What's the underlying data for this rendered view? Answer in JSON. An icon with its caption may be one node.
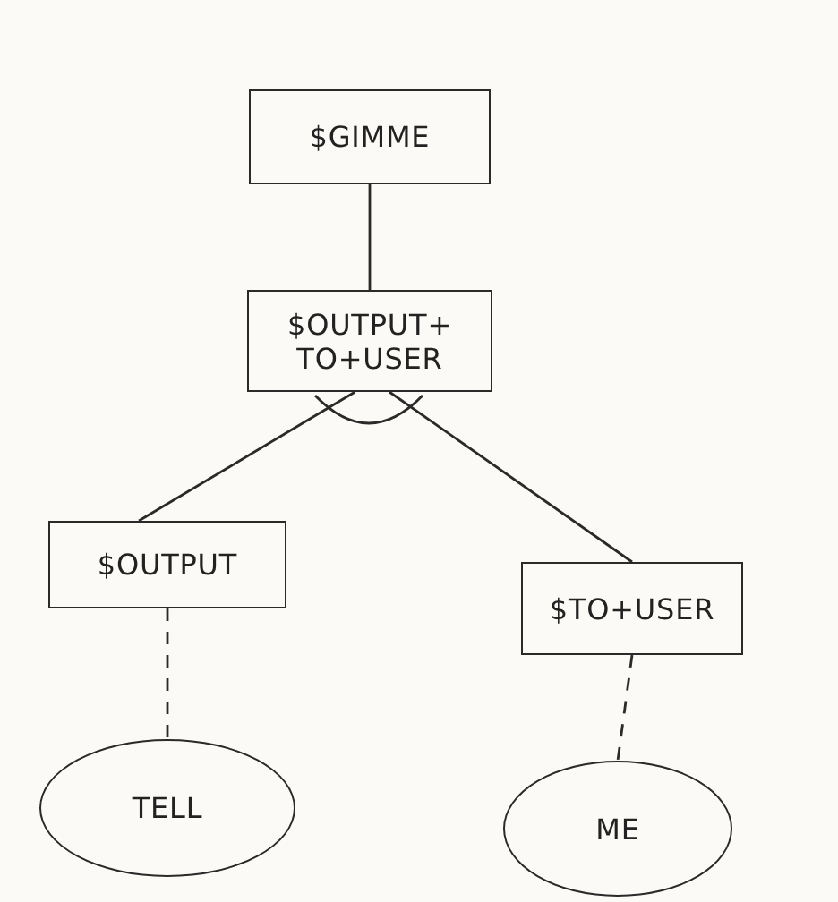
{
  "diagram": {
    "nodes": [
      {
        "text": [
          "$GIMME"
        ]
      },
      {
        "text": [
          "$OUTPUT+ TO+USER"
        ]
      },
      {
        "text": [
          "$OUTPUT"
        ]
      },
      {
        "text": [
          "$TO+USER"
        ]
      },
      {
        "text": [
          "TELL"
        ]
      },
      {
        "text": [
          "ME"
        ]
      }
    ],
    "edges": [
      {
        "from": 0,
        "to": 1,
        "arrow": "none"
      },
      {
        "from": 1,
        "to": 2,
        "arrow": "none"
      },
      {
        "from": 1,
        "to": 3,
        "arrow": "none"
      },
      {
        "from": 2,
        "to": 4,
        "arrow": "none",
        "style": "dashed"
      },
      {
        "from": 3,
        "to": 5,
        "arrow": "none",
        "style": "dashed"
      }
    ]
  }
}
